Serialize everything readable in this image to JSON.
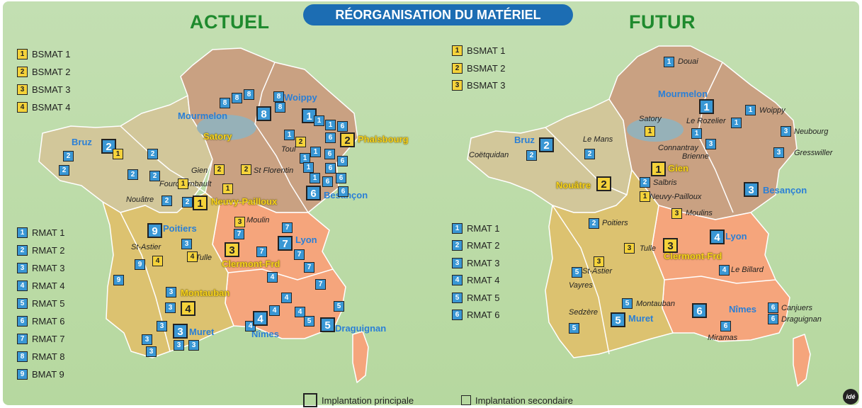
{
  "banner": "RÉORGANISATION DU MATÉRIEL",
  "left_title": "ACTUEL",
  "right_title": "FUTUR",
  "colors": {
    "background": "#b9d9a5",
    "title_green": "#1f8a2e",
    "banner_blue": "#1c6db3",
    "yellow_box": "#f4d23a",
    "blue_box": "#3a97d4",
    "region_khaki": "#d2c79a",
    "region_brown": "#c9a182",
    "region_orange": "#f5a57c",
    "region_olive": "#dcc270",
    "sea_gray": "#96b1b8"
  },
  "legend_left_bsmat": [
    {
      "n": "1",
      "label": "BSMAT 1"
    },
    {
      "n": "2",
      "label": "BSMAT 2"
    },
    {
      "n": "3",
      "label": "BSMAT 3"
    },
    {
      "n": "4",
      "label": "BSMAT 4"
    }
  ],
  "legend_left_rmat": [
    {
      "n": "1",
      "label": "RMAT 1"
    },
    {
      "n": "2",
      "label": "RMAT 2"
    },
    {
      "n": "3",
      "label": "RMAT 3"
    },
    {
      "n": "4",
      "label": "RMAT 4"
    },
    {
      "n": "5",
      "label": "RMAT 5"
    },
    {
      "n": "6",
      "label": "RMAT 6"
    },
    {
      "n": "7",
      "label": "RMAT 7"
    },
    {
      "n": "8",
      "label": "RMAT 8"
    },
    {
      "n": "9",
      "label": "BMAT 9"
    }
  ],
  "legend_right_bsmat": [
    {
      "n": "1",
      "label": "BSMAT 1"
    },
    {
      "n": "2",
      "label": "BSMAT 2"
    },
    {
      "n": "3",
      "label": "BSMAT 3"
    }
  ],
  "legend_right_rmat": [
    {
      "n": "1",
      "label": "RMAT 1"
    },
    {
      "n": "2",
      "label": "RMAT 2"
    },
    {
      "n": "3",
      "label": "RMAT 3"
    },
    {
      "n": "4",
      "label": "RMAT 4"
    },
    {
      "n": "5",
      "label": "RMAT 5"
    },
    {
      "n": "6",
      "label": "RMAT 6"
    }
  ],
  "left_cities": {
    "bruz": "Bruz",
    "mourmelon": "Mourmelon",
    "woippy": "Woippy",
    "satory": "Satory",
    "phalsbourg": "Phalsbourg",
    "toul": "Toul",
    "gien": "Gien",
    "st_florentin": "St Florentin",
    "fourchambault": "Fourchambault",
    "nouatre": "Nouâtre",
    "neuvy": "Neuvy-Pailloux",
    "besancon": "Besançon",
    "moulin": "Moulin",
    "poitiers": "Poitiers",
    "lyon": "Lyon",
    "st_astier": "St-Astier",
    "tulle": "Tulle",
    "clermont": "Clermont-Frd",
    "montauban": "Montauban",
    "nimes": "Nîmes",
    "muret": "Muret",
    "draguignan": "Draguignan"
  },
  "right_cities": {
    "douai": "Douai",
    "mourmelon": "Mourmelon",
    "woippy": "Woippy",
    "satory": "Satory",
    "le_rozelier": "Le Rozelier",
    "neubourg": "Neubourg",
    "bruz": "Bruz",
    "le_mans": "Le Mans",
    "coetquidan": "Coëtquidan",
    "connantray": "Connantray",
    "brienne": "Brienne",
    "gresswiller": "Gresswiller",
    "gien": "Gien",
    "salbris": "Salbris",
    "nouatre": "Nouâtre",
    "neuvy": "Neuvy-Pailloux",
    "besancon": "Besançon",
    "moulins": "Moulins",
    "poitiers": "Poitiers",
    "lyon": "Lyon",
    "tulle": "Tulle",
    "clermont": "Clermont-Frd",
    "st_astier": "St-Astier",
    "vayres": "Vayres",
    "le_billard": "Le Billard",
    "montauban": "Montauban",
    "muret": "Muret",
    "nimes": "Nîmes",
    "canjuers": "Canjuers",
    "draguignan": "Draguignan",
    "sedzere": "Sedzère",
    "miramas": "Miramas"
  },
  "left_markers": [
    {
      "t": "b",
      "n": "8"
    },
    {
      "t": "b",
      "n": "8"
    },
    {
      "t": "b",
      "n": "8"
    },
    {
      "t": "b",
      "n": "8"
    },
    {
      "t": "b",
      "n": "8"
    },
    {
      "t": "b",
      "n": "8"
    },
    {
      "t": "b",
      "n": "1"
    },
    {
      "t": "b",
      "n": "1"
    },
    {
      "t": "b",
      "n": "1"
    },
    {
      "t": "b",
      "n": "6"
    },
    {
      "t": "b",
      "n": "1"
    },
    {
      "t": "b",
      "n": "6"
    },
    {
      "t": "y",
      "n": "2"
    },
    {
      "t": "y",
      "n": "2"
    },
    {
      "t": "b",
      "n": "1"
    },
    {
      "t": "b",
      "n": "1"
    },
    {
      "t": "b",
      "n": "6"
    },
    {
      "t": "b",
      "n": "1"
    },
    {
      "t": "b",
      "n": "6"
    },
    {
      "t": "b",
      "n": "1"
    },
    {
      "t": "b",
      "n": "6"
    },
    {
      "t": "b",
      "n": "6"
    },
    {
      "t": "b",
      "n": "6"
    },
    {
      "t": "b",
      "n": "6"
    },
    {
      "t": "b",
      "n": "6"
    },
    {
      "t": "b",
      "n": "2"
    },
    {
      "t": "y",
      "n": "1"
    },
    {
      "t": "b",
      "n": "2"
    },
    {
      "t": "b",
      "n": "2"
    },
    {
      "t": "b",
      "n": "2"
    },
    {
      "t": "b",
      "n": "2"
    },
    {
      "t": "b",
      "n": "2"
    },
    {
      "t": "b",
      "n": "2"
    },
    {
      "t": "y",
      "n": "1"
    },
    {
      "t": "y",
      "n": "2"
    },
    {
      "t": "y",
      "n": "2"
    },
    {
      "t": "y",
      "n": "1"
    },
    {
      "t": "b",
      "n": "2"
    },
    {
      "t": "y",
      "n": "1"
    },
    {
      "t": "b",
      "n": "9"
    },
    {
      "t": "y",
      "n": "3"
    },
    {
      "t": "b",
      "n": "7"
    },
    {
      "t": "b",
      "n": "7"
    },
    {
      "t": "b",
      "n": "7"
    },
    {
      "t": "b",
      "n": "3"
    },
    {
      "t": "y",
      "n": "3"
    },
    {
      "t": "b",
      "n": "9"
    },
    {
      "t": "y",
      "n": "4"
    },
    {
      "t": "y",
      "n": "4"
    },
    {
      "t": "b",
      "n": "7"
    },
    {
      "t": "b",
      "n": "7"
    },
    {
      "t": "b",
      "n": "7"
    },
    {
      "t": "b",
      "n": "9"
    },
    {
      "t": "b",
      "n": "4"
    },
    {
      "t": "b",
      "n": "7"
    },
    {
      "t": "b",
      "n": "3"
    },
    {
      "t": "b",
      "n": "3"
    },
    {
      "t": "y",
      "n": "4"
    },
    {
      "t": "b",
      "n": "4"
    },
    {
      "t": "b",
      "n": "4"
    },
    {
      "t": "b",
      "n": "4"
    },
    {
      "t": "b",
      "n": "4"
    },
    {
      "t": "b",
      "n": "4"
    },
    {
      "t": "b",
      "n": "5"
    },
    {
      "t": "b",
      "n": "5"
    },
    {
      "t": "b",
      "n": "5"
    },
    {
      "t": "b",
      "n": "3"
    },
    {
      "t": "b",
      "n": "3"
    },
    {
      "t": "b",
      "n": "3"
    },
    {
      "t": "b",
      "n": "3"
    },
    {
      "t": "b",
      "n": "3"
    },
    {
      "t": "b",
      "n": "3"
    },
    {
      "t": "b",
      "n": "3"
    }
  ],
  "right_markers": [
    {
      "t": "b",
      "n": "1"
    },
    {
      "t": "b",
      "n": "1"
    },
    {
      "t": "b",
      "n": "1"
    },
    {
      "t": "y",
      "n": "1"
    },
    {
      "t": "b",
      "n": "1"
    },
    {
      "t": "b",
      "n": "1"
    },
    {
      "t": "b",
      "n": "3"
    },
    {
      "t": "b",
      "n": "3"
    },
    {
      "t": "b",
      "n": "3"
    },
    {
      "t": "b",
      "n": "2"
    },
    {
      "t": "b",
      "n": "2"
    },
    {
      "t": "b",
      "n": "2"
    },
    {
      "t": "y",
      "n": "1"
    },
    {
      "t": "b",
      "n": "2"
    },
    {
      "t": "y",
      "n": "2"
    },
    {
      "t": "y",
      "n": "1"
    },
    {
      "t": "b",
      "n": "3"
    },
    {
      "t": "y",
      "n": "3"
    },
    {
      "t": "b",
      "n": "2"
    },
    {
      "t": "b",
      "n": "4"
    },
    {
      "t": "y",
      "n": "3"
    },
    {
      "t": "y",
      "n": "3"
    },
    {
      "t": "y",
      "n": "3"
    },
    {
      "t": "b",
      "n": "5"
    },
    {
      "t": "b",
      "n": "4"
    },
    {
      "t": "b",
      "n": "5"
    },
    {
      "t": "b",
      "n": "5"
    },
    {
      "t": "b",
      "n": "6"
    },
    {
      "t": "b",
      "n": "6"
    },
    {
      "t": "b",
      "n": "6"
    },
    {
      "t": "b",
      "n": "6"
    },
    {
      "t": "b",
      "n": "5"
    }
  ],
  "footer_principal": "Implantation principale",
  "footer_secondaire": "Implantation secondaire",
  "logo_text": "idé"
}
